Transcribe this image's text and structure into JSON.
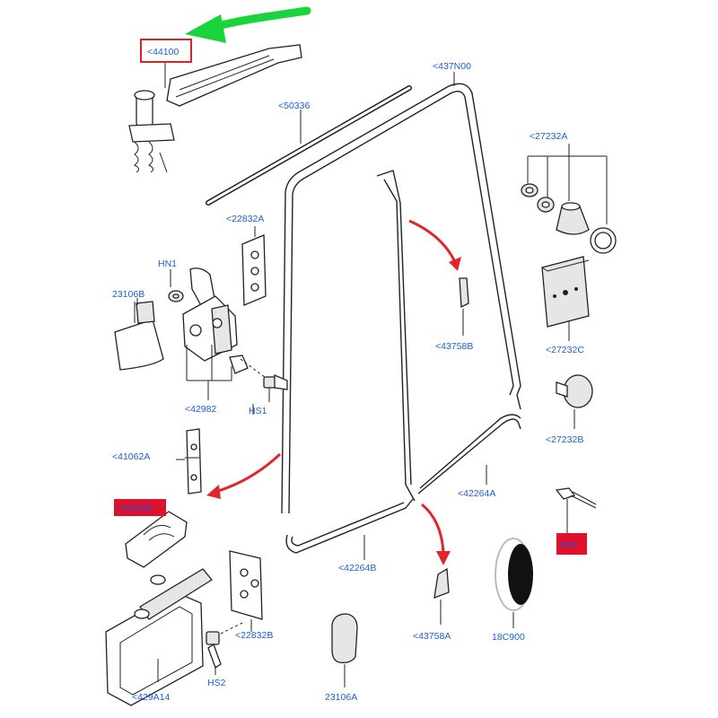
{
  "labels": {
    "p44100": "<44100",
    "p437N00": "<437N00",
    "p50336": "<50336",
    "p27232A": "<27232A",
    "p22832A": "<22832A",
    "pHN1": "HN1",
    "p23106B": "23106B",
    "p43758B": "<43758B",
    "p27232C": "<27232C",
    "p42982": "<42982",
    "pHS1": "HS1",
    "p27232B": "<27232B",
    "p41062A": "<41062A",
    "p41062B": "<41062B",
    "p42264A": "<42264A",
    "pRED2": "Part",
    "p42264B": "<42264B",
    "p22832B": "<22832B",
    "p43758A": "<43758A",
    "p18C900": "18C900",
    "pHS2": "HS2",
    "p429A14": "<429A14",
    "p23106A": "23106A"
  },
  "colors": {
    "label_blue": "#1d5fd6",
    "highlight_box": "#d9222a",
    "red_tag_fill": "#e0112b",
    "arrow_red": "#e0262b",
    "arrow_green": "#19d43a"
  }
}
